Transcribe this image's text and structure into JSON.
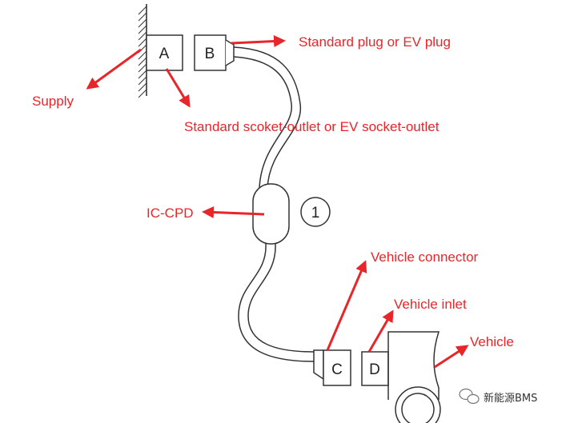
{
  "boxes": {
    "a": "A",
    "b": "B",
    "c": "C",
    "d": "D"
  },
  "marker": "1",
  "labels": {
    "plug": "Standard plug or EV plug",
    "supply": "Supply",
    "socket_outlet": "Standard scoket-outlet or EV socket-outlet",
    "ic_cpd": "IC-CPD",
    "vehicle_connector": "Vehicle connector",
    "vehicle_inlet": "Vehicle inlet",
    "vehicle": "Vehicle"
  },
  "watermark": {
    "text": "新能源BMS",
    "icon": "wechat-icon"
  },
  "colors": {
    "annotation": "#e8262a",
    "line": "#333333"
  }
}
